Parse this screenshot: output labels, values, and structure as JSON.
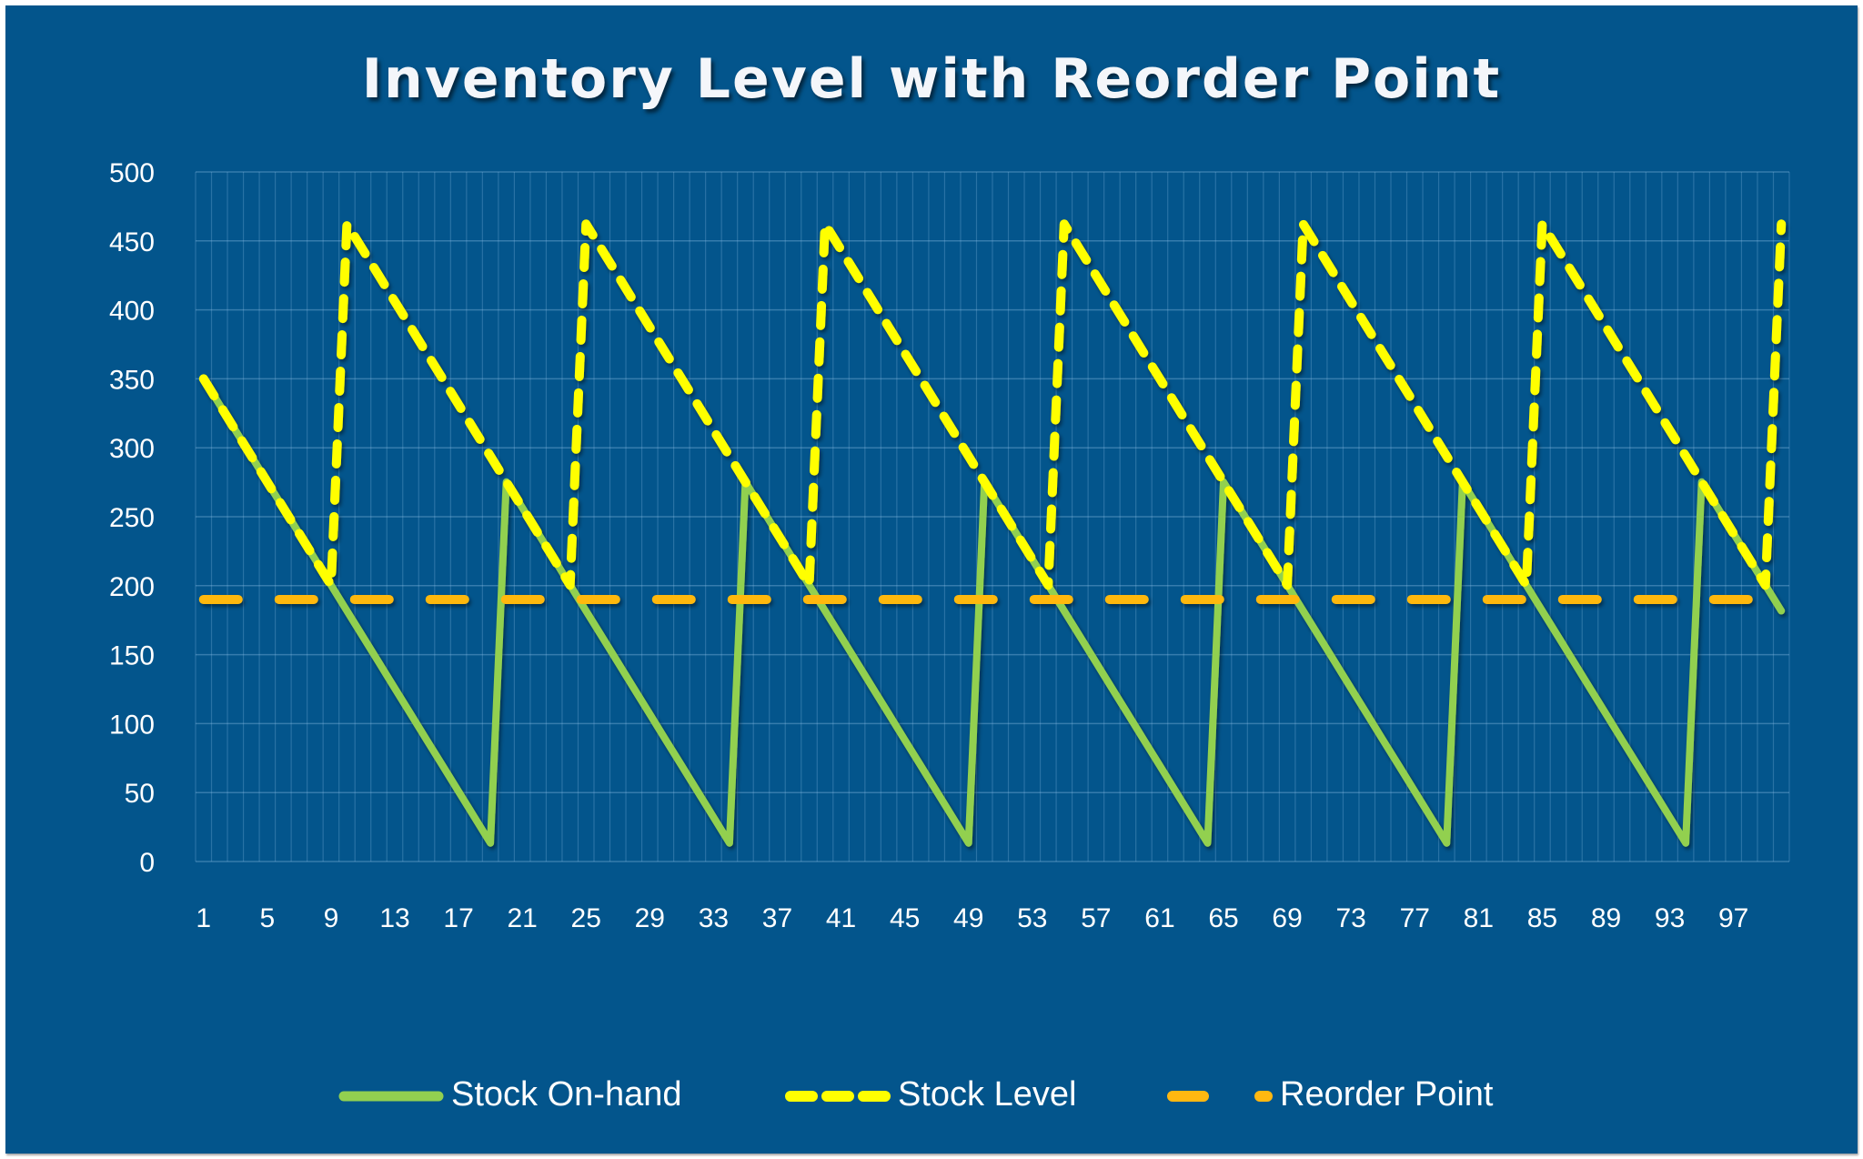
{
  "chart": {
    "title": "Inventory Level with Reorder Point",
    "background": "#03558C",
    "y_ticks": [
      "0",
      "50",
      "100",
      "150",
      "200",
      "250",
      "300",
      "350",
      "400",
      "450",
      "500"
    ],
    "x_tick_labels": [
      "1",
      "5",
      "9",
      "13",
      "17",
      "21",
      "25",
      "29",
      "33",
      "37",
      "41",
      "45",
      "49",
      "53",
      "57",
      "61",
      "65",
      "69",
      "73",
      "77",
      "81",
      "85",
      "89",
      "93",
      "97"
    ],
    "legend": [
      {
        "label": "Stock On-hand",
        "color": "#92D050",
        "style": "solid"
      },
      {
        "label": "Stock Level",
        "color": "#FFFF00",
        "style": "dashed"
      },
      {
        "label": "Reorder Point",
        "color": "#FFB811",
        "style": "long-dash"
      }
    ]
  },
  "chart_data": {
    "type": "line",
    "title": "Inventory Level with Reorder Point",
    "xlabel": "",
    "ylabel": "",
    "ylim": [
      0,
      500
    ],
    "yticks_step": 50,
    "grid": true,
    "legend_position": "bottom",
    "x": [
      1,
      2,
      3,
      4,
      5,
      6,
      7,
      8,
      9,
      10,
      11,
      12,
      13,
      14,
      15,
      16,
      17,
      18,
      19,
      20,
      21,
      22,
      23,
      24,
      25,
      26,
      27,
      28,
      29,
      30,
      31,
      32,
      33,
      34,
      35,
      36,
      37,
      38,
      39,
      40,
      41,
      42,
      43,
      44,
      45,
      46,
      47,
      48,
      49,
      50,
      51,
      52,
      53,
      54,
      55,
      56,
      57,
      58,
      59,
      60,
      61,
      62,
      63,
      64,
      65,
      66,
      67,
      68,
      69,
      70,
      71,
      72,
      73,
      74,
      75,
      76,
      77,
      78,
      79,
      80,
      81,
      82,
      83,
      84,
      85,
      86,
      87,
      88,
      89,
      90,
      91,
      92,
      93,
      94,
      95,
      96,
      97,
      98,
      99,
      100
    ],
    "series": [
      {
        "name": "Stock On-hand",
        "color": "#92D050",
        "values": [
          350,
          331.3,
          312.6,
          293.9,
          275.2,
          256.5,
          237.8,
          219.1,
          200.4,
          181.7,
          163,
          144.3,
          125.6,
          106.9,
          88.2,
          69.5,
          50.8,
          32.1,
          13.4,
          275.2,
          256.5,
          237.8,
          219.1,
          200.4,
          181.7,
          163,
          144.3,
          125.6,
          106.9,
          88.2,
          69.5,
          50.8,
          32.1,
          13.4,
          275.2,
          256.5,
          237.8,
          219.1,
          200.4,
          181.7,
          163,
          144.3,
          125.6,
          106.9,
          88.2,
          69.5,
          50.8,
          32.1,
          13.4,
          275.2,
          256.5,
          237.8,
          219.1,
          200.4,
          181.7,
          163,
          144.3,
          125.6,
          106.9,
          88.2,
          69.5,
          50.8,
          32.1,
          13.4,
          275.2,
          256.5,
          237.8,
          219.1,
          200.4,
          181.7,
          163,
          144.3,
          125.6,
          106.9,
          88.2,
          69.5,
          50.8,
          32.1,
          13.4,
          275.2,
          256.5,
          237.8,
          219.1,
          200.4,
          181.7,
          163,
          144.3,
          125.6,
          106.9,
          88.2,
          69.5,
          50.8,
          32.1,
          13.4,
          275.2,
          256.5,
          237.8,
          219.1,
          200.4,
          181.7
        ]
      },
      {
        "name": "Stock Level",
        "color": "#FFFF00",
        "values": [
          350,
          331.3,
          312.6,
          293.9,
          275.2,
          256.5,
          237.8,
          219.1,
          200.4,
          462.2,
          443.5,
          424.8,
          406.1,
          387.4,
          368.7,
          350,
          331.3,
          312.6,
          293.9,
          275.2,
          256.5,
          237.8,
          219.1,
          200.4,
          462.2,
          443.5,
          424.8,
          406.1,
          387.4,
          368.7,
          350,
          331.3,
          312.6,
          293.9,
          275.2,
          256.5,
          237.8,
          219.1,
          200.4,
          462.2,
          443.5,
          424.8,
          406.1,
          387.4,
          368.7,
          350,
          331.3,
          312.6,
          293.9,
          275.2,
          256.5,
          237.8,
          219.1,
          200.4,
          462.2,
          443.5,
          424.8,
          406.1,
          387.4,
          368.7,
          350,
          331.3,
          312.6,
          293.9,
          275.2,
          256.5,
          237.8,
          219.1,
          200.4,
          462.2,
          443.5,
          424.8,
          406.1,
          387.4,
          368.7,
          350,
          331.3,
          312.6,
          293.9,
          275.2,
          256.5,
          237.8,
          219.1,
          200.4,
          462.2,
          443.5,
          424.8,
          406.1,
          387.4,
          368.7,
          350,
          331.3,
          312.6,
          293.9,
          275.2,
          256.5,
          237.8,
          219.1,
          200.4,
          462.2
        ]
      },
      {
        "name": "Reorder Point",
        "color": "#FFB811",
        "constant": 190
      }
    ]
  }
}
